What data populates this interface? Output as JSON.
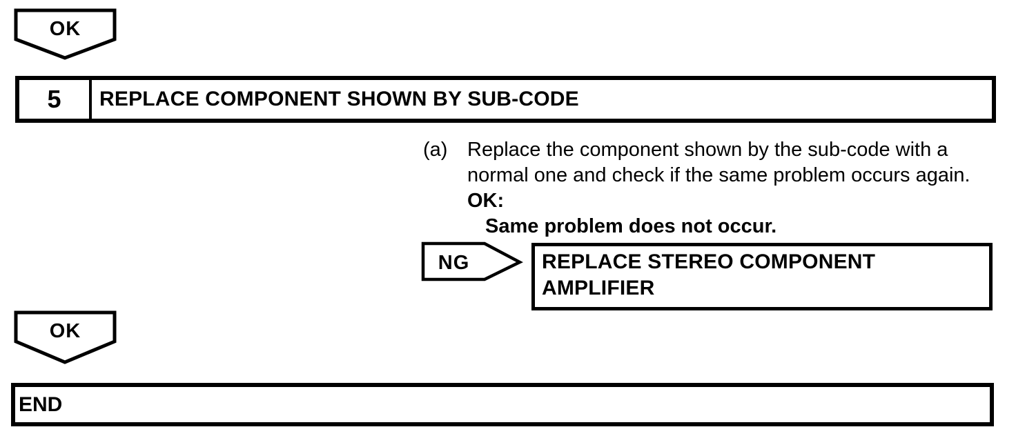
{
  "colors": {
    "ink": "#000000",
    "paper": "#ffffff"
  },
  "flow": {
    "ok_connector_top": {
      "label": "OK"
    },
    "step": {
      "number": "5",
      "title": "REPLACE COMPONENT SHOWN BY SUB-CODE"
    },
    "instruction": {
      "marker": "(a)",
      "line1": "Replace the component shown by the sub-code with a",
      "line2": "normal one and check if the same problem occurs again.",
      "condition_label": "OK:",
      "condition_text": "Same problem does not occur."
    },
    "ng_branch": {
      "label": "NG",
      "action_line1": "REPLACE STEREO COMPONENT",
      "action_line2": "AMPLIFIER"
    },
    "ok_connector_bottom": {
      "label": "OK"
    },
    "end": {
      "label": "END"
    }
  }
}
